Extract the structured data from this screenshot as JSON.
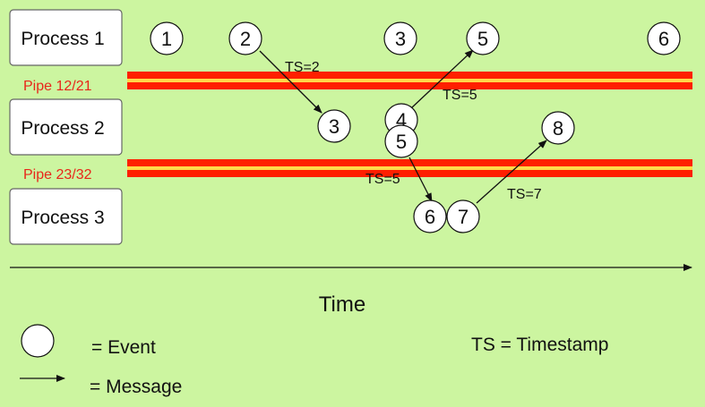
{
  "processes": [
    {
      "id": "p1",
      "label": "Process 1"
    },
    {
      "id": "p2",
      "label": "Process 2"
    },
    {
      "id": "p3",
      "label": "Process 3"
    }
  ],
  "pipes": [
    {
      "id": "pipe12",
      "label": "Pipe 12/21"
    },
    {
      "id": "pipe23",
      "label": "Pipe 23/32"
    }
  ],
  "events": [
    {
      "id": "p1e1",
      "process": "p1",
      "label": "1"
    },
    {
      "id": "p1e2",
      "process": "p1",
      "label": "2"
    },
    {
      "id": "p1e3",
      "process": "p1",
      "label": "3"
    },
    {
      "id": "p1e5",
      "process": "p1",
      "label": "5"
    },
    {
      "id": "p1e6",
      "process": "p1",
      "label": "6"
    },
    {
      "id": "p2e3",
      "process": "p2",
      "label": "3"
    },
    {
      "id": "p2e4",
      "process": "p2",
      "label": "4"
    },
    {
      "id": "p2e5",
      "process": "p2",
      "label": "5"
    },
    {
      "id": "p2e8",
      "process": "p2",
      "label": "8"
    },
    {
      "id": "p3e6",
      "process": "p3",
      "label": "6"
    },
    {
      "id": "p3e7",
      "process": "p3",
      "label": "7"
    }
  ],
  "messages": [
    {
      "id": "m1",
      "from": "p1e2",
      "to": "p2e3",
      "label": "TS=2"
    },
    {
      "id": "m2",
      "from": "p2e4",
      "to": "p1e5",
      "label": "TS=5"
    },
    {
      "id": "m3",
      "from": "p2e5",
      "to": "p3e6",
      "label": "TS=5"
    },
    {
      "id": "m4",
      "from": "p3e7",
      "to": "p2e8",
      "label": "TS=7"
    }
  ],
  "time_axis": {
    "label": "Time"
  },
  "legend": {
    "event_label": "= Event",
    "message_label": "= Message",
    "timestamp_label": "TS = Timestamp"
  },
  "colors": {
    "background": "#ccf5a0",
    "pipe": "#ff1f00",
    "pipe_core": "#ffd84a",
    "pipe_label": "#e8261a",
    "stroke": "#111111",
    "box_fill": "#ffffff"
  }
}
